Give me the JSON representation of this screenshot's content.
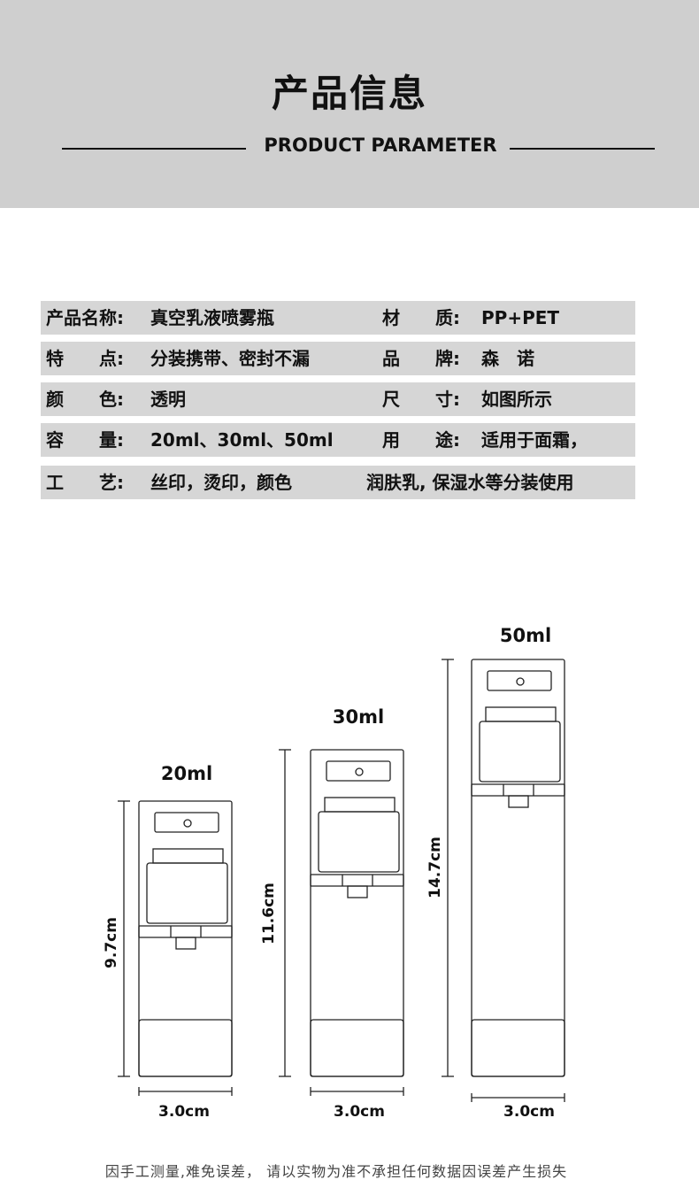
{
  "header": {
    "title": "产品信息",
    "subtitle": "PRODUCT PARAMETER"
  },
  "specs": [
    {
      "label_left": "产品名称:",
      "value_left": "真空乳液喷雾瓶",
      "label_right": "材　　质:",
      "value_right": "PP+PET"
    },
    {
      "label_left": "特　　点:",
      "value_left": "分装携带、密封不漏",
      "label_right": "品　　牌:",
      "value_right": "森　诺"
    },
    {
      "label_left": "颜　　色:",
      "value_left": "透明",
      "label_right": "尺　　寸:",
      "value_right": "如图所示"
    },
    {
      "label_left": "容　　量:",
      "value_left": "20ml、30ml、50ml",
      "label_right": "用　　途:",
      "value_right": "适用于面霜，"
    },
    {
      "label_left": "工　　艺:",
      "value_left": "丝印，烫印，颜色",
      "label_right": "",
      "value_right": "润肤乳, 保湿水等分装使用"
    }
  ],
  "bottles": [
    {
      "capacity": "20ml",
      "height": "9.7cm",
      "width": "3.0cm"
    },
    {
      "capacity": "30ml",
      "height": "11.6cm",
      "width": "3.0cm"
    },
    {
      "capacity": "50ml",
      "height": "14.7cm",
      "width": "3.0cm"
    }
  ],
  "footer": {
    "note": "因手工测量,难免误差， 请以实物为准不承担任何数据因误差产生损失"
  }
}
